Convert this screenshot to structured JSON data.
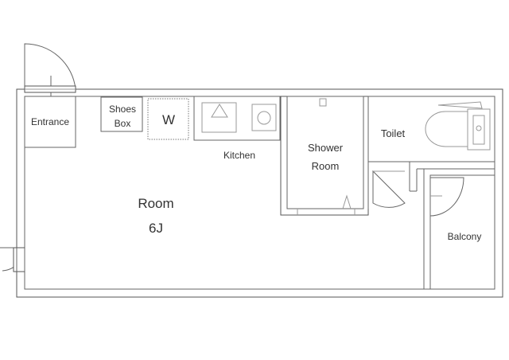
{
  "floorplan": {
    "labels": {
      "entrance": "Entrance",
      "shoes_box_line1": "Shoes",
      "shoes_box_line2": "Box",
      "washer": "W",
      "kitchen": "Kitchen",
      "shower_room_line1": "Shower",
      "shower_room_line2": "Room",
      "toilet": "Toilet",
      "room": "Room",
      "room_size": "6J",
      "balcony": "Balcony"
    }
  }
}
